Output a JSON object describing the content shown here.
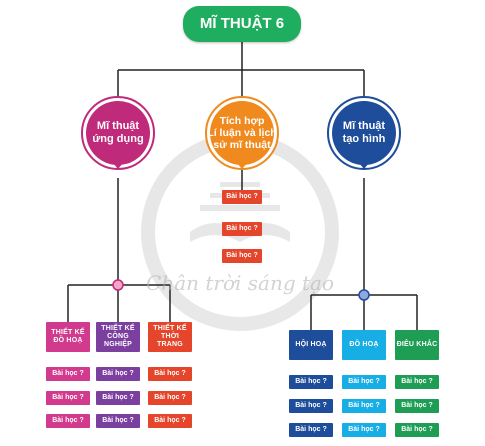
{
  "title": "MĨ THUẬT 6",
  "watermark_text": "Chân trời sáng tạo",
  "branches": [
    {
      "label_line1": "Mĩ thuật",
      "label_line2": "ứng dụng",
      "label_line3": "",
      "color": "#c02a7a"
    },
    {
      "label_line1": "Tích hợp",
      "label_line2": "Lí luận và lịch",
      "label_line3": "sử mĩ thuật",
      "color": "#f08a1e"
    },
    {
      "label_line1": "Mĩ thuật",
      "label_line2": "tạo hình",
      "label_line3": "",
      "color": "#1e4d9c"
    }
  ],
  "center_lessons": [
    "Bài học ?",
    "Bài học ?",
    "Bài học ?"
  ],
  "left_categories": [
    {
      "line1": "THIẾT KẾ",
      "line2": "ĐỒ HOẠ",
      "color": "#d23a8d",
      "lessons": [
        "Bài học ?",
        "Bài học ?",
        "Bài học ?"
      ]
    },
    {
      "line1": "THIẾT KẾ",
      "line2": "CÔNG NGHIỆP",
      "color": "#7b3fa0",
      "lessons": [
        "Bài học ?",
        "Bài học ?",
        "Bài học ?"
      ]
    },
    {
      "line1": "THIẾT KẾ",
      "line2": "THỜI TRANG",
      "color": "#e4452b",
      "lessons": [
        "Bài học ?",
        "Bài học ?",
        "Bài học ?"
      ]
    }
  ],
  "right_categories": [
    {
      "line1": "HỘI HOẠ",
      "line2": "",
      "color": "#1e4d9c",
      "lessons": [
        "Bài học ?",
        "Bài học ?",
        "Bài học ?"
      ]
    },
    {
      "line1": "ĐỒ HOẠ",
      "line2": "",
      "color": "#17aee6",
      "lessons": [
        "Bài học ?",
        "Bài học ?",
        "Bài học ?"
      ]
    },
    {
      "line1": "ĐIÊU KHẮC",
      "line2": "",
      "color": "#1e9e54",
      "lessons": [
        "Bài học ?",
        "Bài học ?",
        "Bài học ?"
      ]
    }
  ],
  "colors": {
    "connector": "#222222",
    "watermark": "#bbbbbb"
  }
}
